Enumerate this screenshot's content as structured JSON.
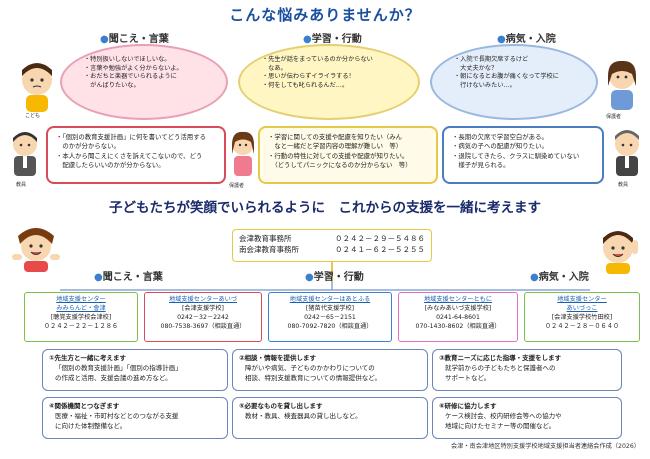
{
  "header": {
    "title": "こんな悩みありませんか？"
  },
  "categories": [
    {
      "label": "聞こえ・言葉"
    },
    {
      "label": "学習・行動"
    },
    {
      "label": "病気・入院"
    }
  ],
  "labels": {
    "child": "こども",
    "guardian": "保護者",
    "teacher": "教員"
  },
  "child_bubbles": [
    {
      "lines": [
        "・特別扱いしないでほしいな。",
        "・言葉や勉強がよく分からないよ。",
        "・おだちと楽器でいられるように",
        "　がんばりたいな。"
      ]
    },
    {
      "lines": [
        "・先生が話をまっているのか分からない",
        "　なあ。",
        "・思いが伝わらずイライラする！",
        "・何をしても叱られるんだ…。"
      ]
    },
    {
      "lines": [
        "・入院で長期欠席するけど",
        "　大丈夫かな？",
        "・朝になるとお腹が痛くなって学校に",
        "　行けないみたい…。"
      ]
    }
  ],
  "concern_boxes": [
    {
      "lines": [
        "・「個別の教育支援計画」に何を書いてどう活用する",
        "　のかが分からない。",
        "・本人から聞こえにくさを訴えてこないので、どう",
        "　配慮したらいいのかが分からない。"
      ]
    },
    {
      "lines": [
        "・学習に関しての支援や配慮を知りたい（みん",
        "　なと一緒だと学習内容の理解が難しい　等）",
        "・行動の特性に対しての支援や配慮が知りたい。",
        "　（どうしてパニックになるのか分からない　等）"
      ]
    },
    {
      "lines": [
        "・長期の欠席で学習空白がある。",
        "・病気の子への配慮が知りたい。",
        "・退院してきたら、クラスに馴染めていない",
        "　様子が見られる。"
      ]
    }
  ],
  "slogan": "子どもたちが笑顔でいられるように　これからの支援を一緒に考えます",
  "offices": [
    {
      "name": "会津教育事務所",
      "tel": "０２４２－２９－５４８６"
    },
    {
      "name": "南会津教育事務所",
      "tel": "０２４１－６２－５２５５"
    }
  ],
  "centers": [
    {
      "name": "地域支援センター",
      "name2": "みみらんど・會津",
      "sub": "[聴覚支援学校会津校]",
      "tel1": "０２４２－２２－１２８６",
      "tel2": ""
    },
    {
      "name": "地域支援センターあいづ",
      "name2": "",
      "sub": "[会津支援学校]",
      "tel1": "0242－32－2242",
      "tel2": "080-7538-3697（相談直通）"
    },
    {
      "name": "地域支援センターはあとふる",
      "name2": "",
      "sub": "[猪苗代支援学校]",
      "tel1": "0242－65－2151",
      "tel2": "080-7092-7820（相談直通）"
    },
    {
      "name": "地域支援センターともに",
      "name2": "",
      "sub": "[みなみあいづ支援学校]",
      "tel1": "0241-64-8601",
      "tel2": "070-1430-8602（相談直通）"
    },
    {
      "name": "地域支援センター",
      "name2": "あいづっこ",
      "sub": "[会津支援学校竹田校]",
      "tel1": "０２４２－２８－０６４０",
      "tel2": ""
    }
  ],
  "roles": [
    {
      "head": "①先生方と一緒に考えます",
      "body": [
        "「個別の教育支援計画」「個別の指導計画」",
        "の作成と活用、支援会議の進め方など。"
      ]
    },
    {
      "head": "②相談・情報を提供します",
      "body": [
        "障がいや病気、子どものかかわりについての",
        "相談、特別支援教育についての情報提供など。"
      ]
    },
    {
      "head": "③教育ニーズに応じた指導・支援をします",
      "body": [
        "就学前からの子どもたちと保護者への",
        "サポートなど。"
      ]
    },
    {
      "head": "④関係機関とつなぎます",
      "body": [
        "医療・福祉・市町村などとのつながる支援",
        "に向けた体制整備など。"
      ]
    },
    {
      "head": "⑤必要なものを貸し出します",
      "body": [
        "教材・教具、検査器具の貸し出しなど。"
      ]
    },
    {
      "head": "⑥研修に協力します",
      "body": [
        "ケース検討会、校内研修会等への協力や",
        "地域に向けたセミナー等の開催など。"
      ]
    }
  ],
  "footer": "会津・南会津地区特別支援学校地域支援担当者連絡会作成（2026）"
}
